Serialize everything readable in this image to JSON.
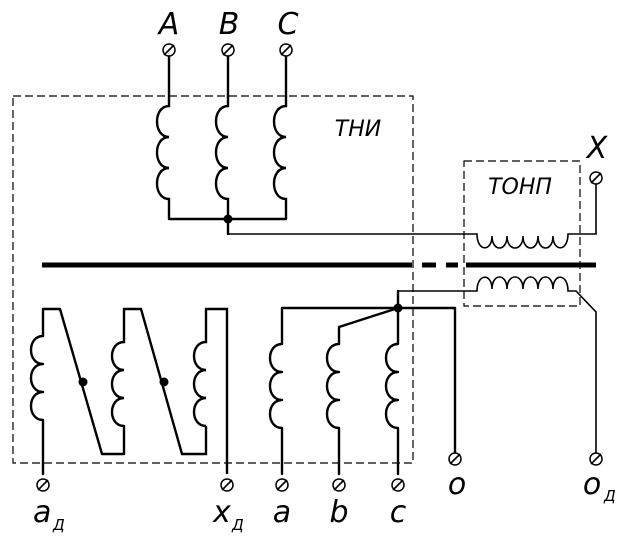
{
  "labels": {
    "A": "A",
    "B": "B",
    "C": "C",
    "X": "X",
    "tni": "ТНИ",
    "tonp": "ТОНП",
    "a_d_main": "a",
    "a_d_sub": "Д",
    "x_d_main": "x",
    "x_d_sub": "Д",
    "a": "a",
    "b": "b",
    "c": "c",
    "o": "o",
    "o_d_main": "o",
    "o_d_sub": "Д"
  }
}
